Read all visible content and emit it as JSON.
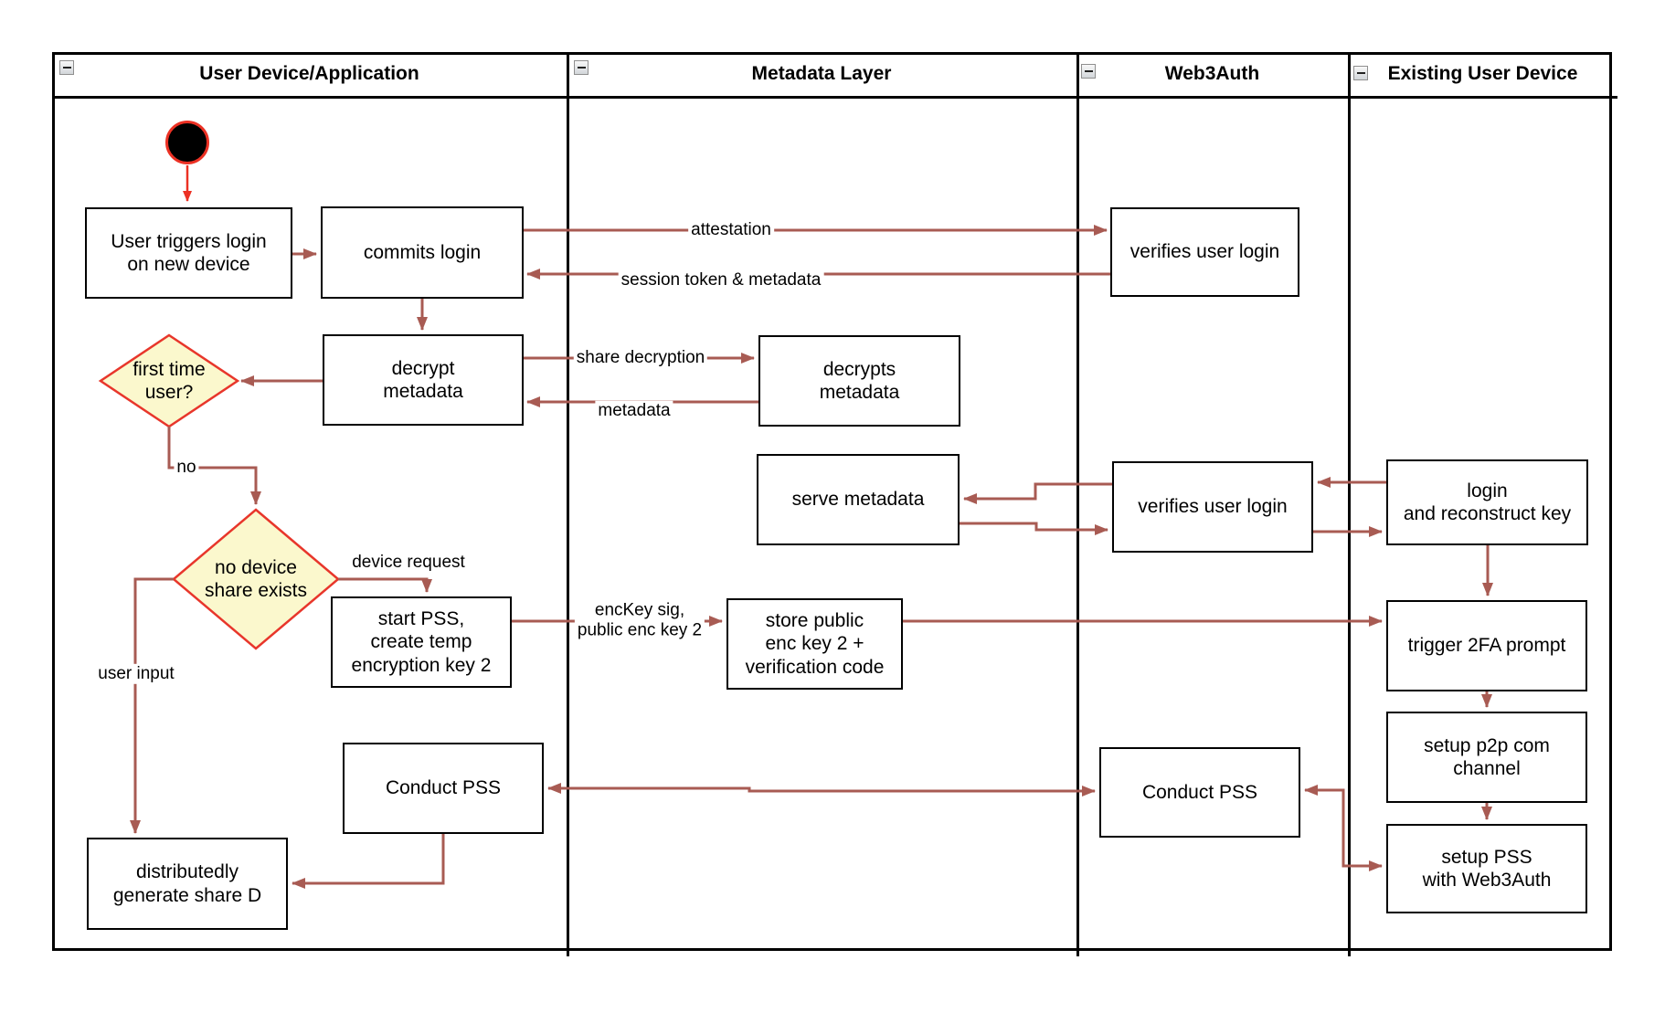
{
  "lanes": [
    {
      "title": "User Device/Application",
      "collapse_icon": "minus"
    },
    {
      "title": "Metadata Layer",
      "collapse_icon": "minus"
    },
    {
      "title": "Web3Auth",
      "collapse_icon": "minus"
    },
    {
      "title": "Existing User Device",
      "collapse_icon": "minus"
    }
  ],
  "nodes": [
    {
      "id": "user-triggers-login",
      "label": "User triggers login\non new device"
    },
    {
      "id": "commits-login",
      "label": "commits login"
    },
    {
      "id": "decrypt-metadata",
      "label": "decrypt\nmetadata"
    },
    {
      "id": "start-pss",
      "label": "start PSS,\ncreate temp\nencryption key 2"
    },
    {
      "id": "conduct-pss-user-device",
      "label": "Conduct PSS"
    },
    {
      "id": "distributedly-generate-share-d",
      "label": "distributedly\ngenerate share D"
    },
    {
      "id": "decrypts-metadata",
      "label": "decrypts\nmetadata"
    },
    {
      "id": "serve-metadata",
      "label": "serve metadata"
    },
    {
      "id": "store-public-enc-key",
      "label": "store public\nenc key 2 +\nverification code"
    },
    {
      "id": "verifies-user-login-top",
      "label": "verifies user login"
    },
    {
      "id": "verifies-user-login-mid",
      "label": "verifies user login"
    },
    {
      "id": "conduct-pss-web3auth",
      "label": "Conduct PSS"
    },
    {
      "id": "login-and-reconstruct-key",
      "label": "login\nand reconstruct key"
    },
    {
      "id": "trigger-2fa-prompt",
      "label": "trigger 2FA prompt"
    },
    {
      "id": "setup-p2p-com-channel",
      "label": "setup p2p com\nchannel"
    },
    {
      "id": "setup-pss-with-web3auth",
      "label": "setup PSS\nwith Web3Auth"
    }
  ],
  "decisions": [
    {
      "id": "first-time-user",
      "label": "first time\nuser?"
    },
    {
      "id": "no-device-share-exists",
      "label": "no device\nshare exists"
    }
  ],
  "edge_labels": {
    "attestation": "attestation",
    "session": "session token & metadata",
    "share_decryption": "share decryption",
    "metadata": "metadata",
    "no": "no",
    "device_request": "device request",
    "user_input": "user input",
    "enckey": "encKey sig,\npublic enc key 2"
  },
  "colors": {
    "arrow": "#a85b53",
    "start_accent": "#ec3124",
    "decision_fill": "#fbf8cd",
    "decision_border": "#e8362b",
    "shape_border": "#000000"
  }
}
